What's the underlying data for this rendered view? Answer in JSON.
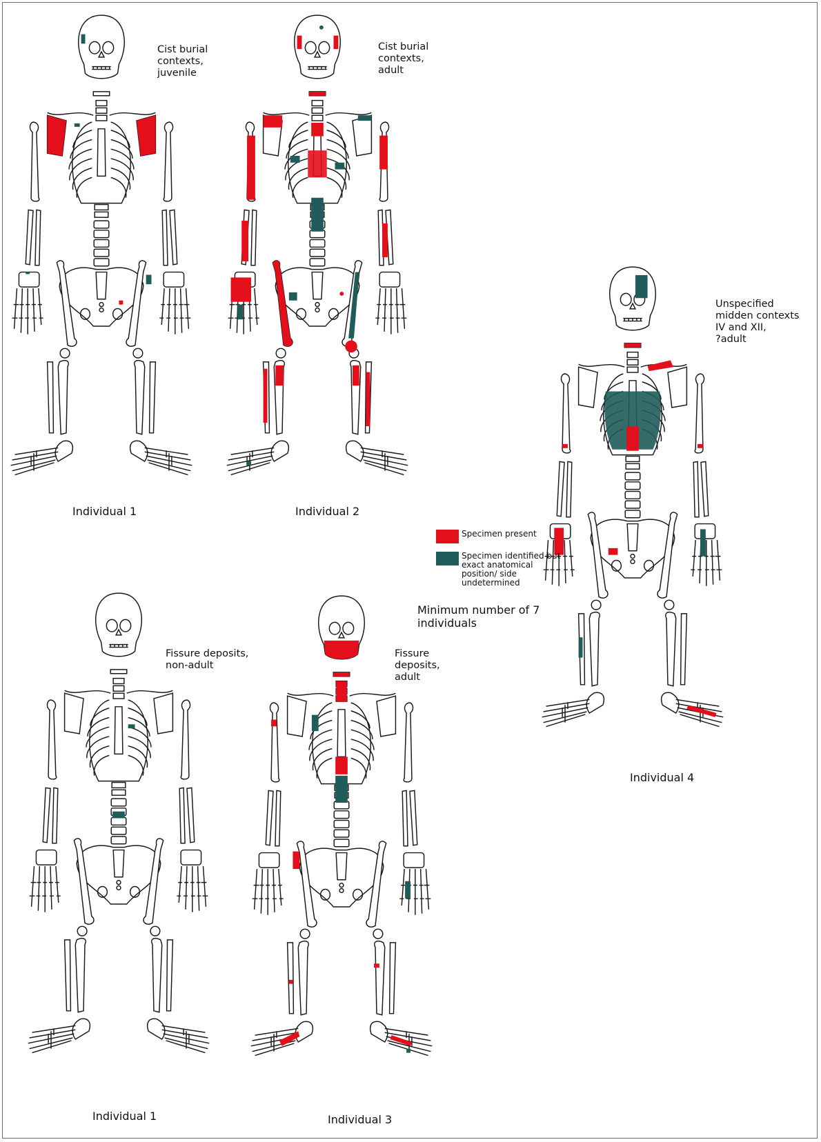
{
  "colors": {
    "present": "#e3101b",
    "undetermined": "#1f5c5a",
    "outline": "#1a1a1a"
  },
  "legend": {
    "present_label": "Specimen present",
    "undetermined_label": "Specimen identified but\nexact anatomical\nposition/ side\nundetermined"
  },
  "minimum_note": "Minimum number of 7\nindividuals",
  "skeletons": [
    {
      "caption": "Cist burial\ncontexts,\njuvenile",
      "label": "Individual 1"
    },
    {
      "caption": "Cist burial\ncontexts,\nadult",
      "label": "Individual 2"
    },
    {
      "caption": "Unspecified\nmidden contexts\nIV and XII,\n?adult",
      "label": "Individual 4"
    },
    {
      "caption": "Fissure deposits,\nnon-adult",
      "label": "Individual 1"
    },
    {
      "caption": "Fissure\ndeposits,\nadult",
      "label": "Individual 3"
    }
  ]
}
